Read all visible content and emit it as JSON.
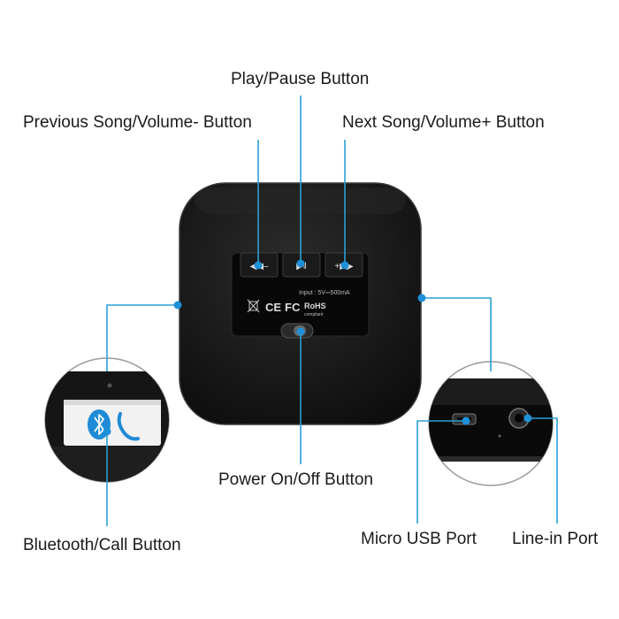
{
  "callouts": {
    "play_pause": "Play/Pause Button",
    "previous": "Previous Song/Volume- Button",
    "next": "Next Song/Volume+ Button",
    "power": "Power On/Off Button",
    "bluetooth": "Bluetooth/Call Button",
    "usb": "Micro USB Port",
    "line_in": "Line-in Port"
  },
  "panel": {
    "input_rating": "Input : 5V⎓500mA",
    "rohs": "RoHS",
    "rohs_sub": "compliant",
    "fc": "FC",
    "ce": "CE"
  },
  "button_glyphs": {
    "previous": "◀◀–",
    "play_pause": "▶‖",
    "next": "+▶▶"
  },
  "colors": {
    "accent_line": "#2b9fd6",
    "dot": "#1e90d8",
    "device_body": "#151515",
    "panel": "#0a0a0a"
  }
}
